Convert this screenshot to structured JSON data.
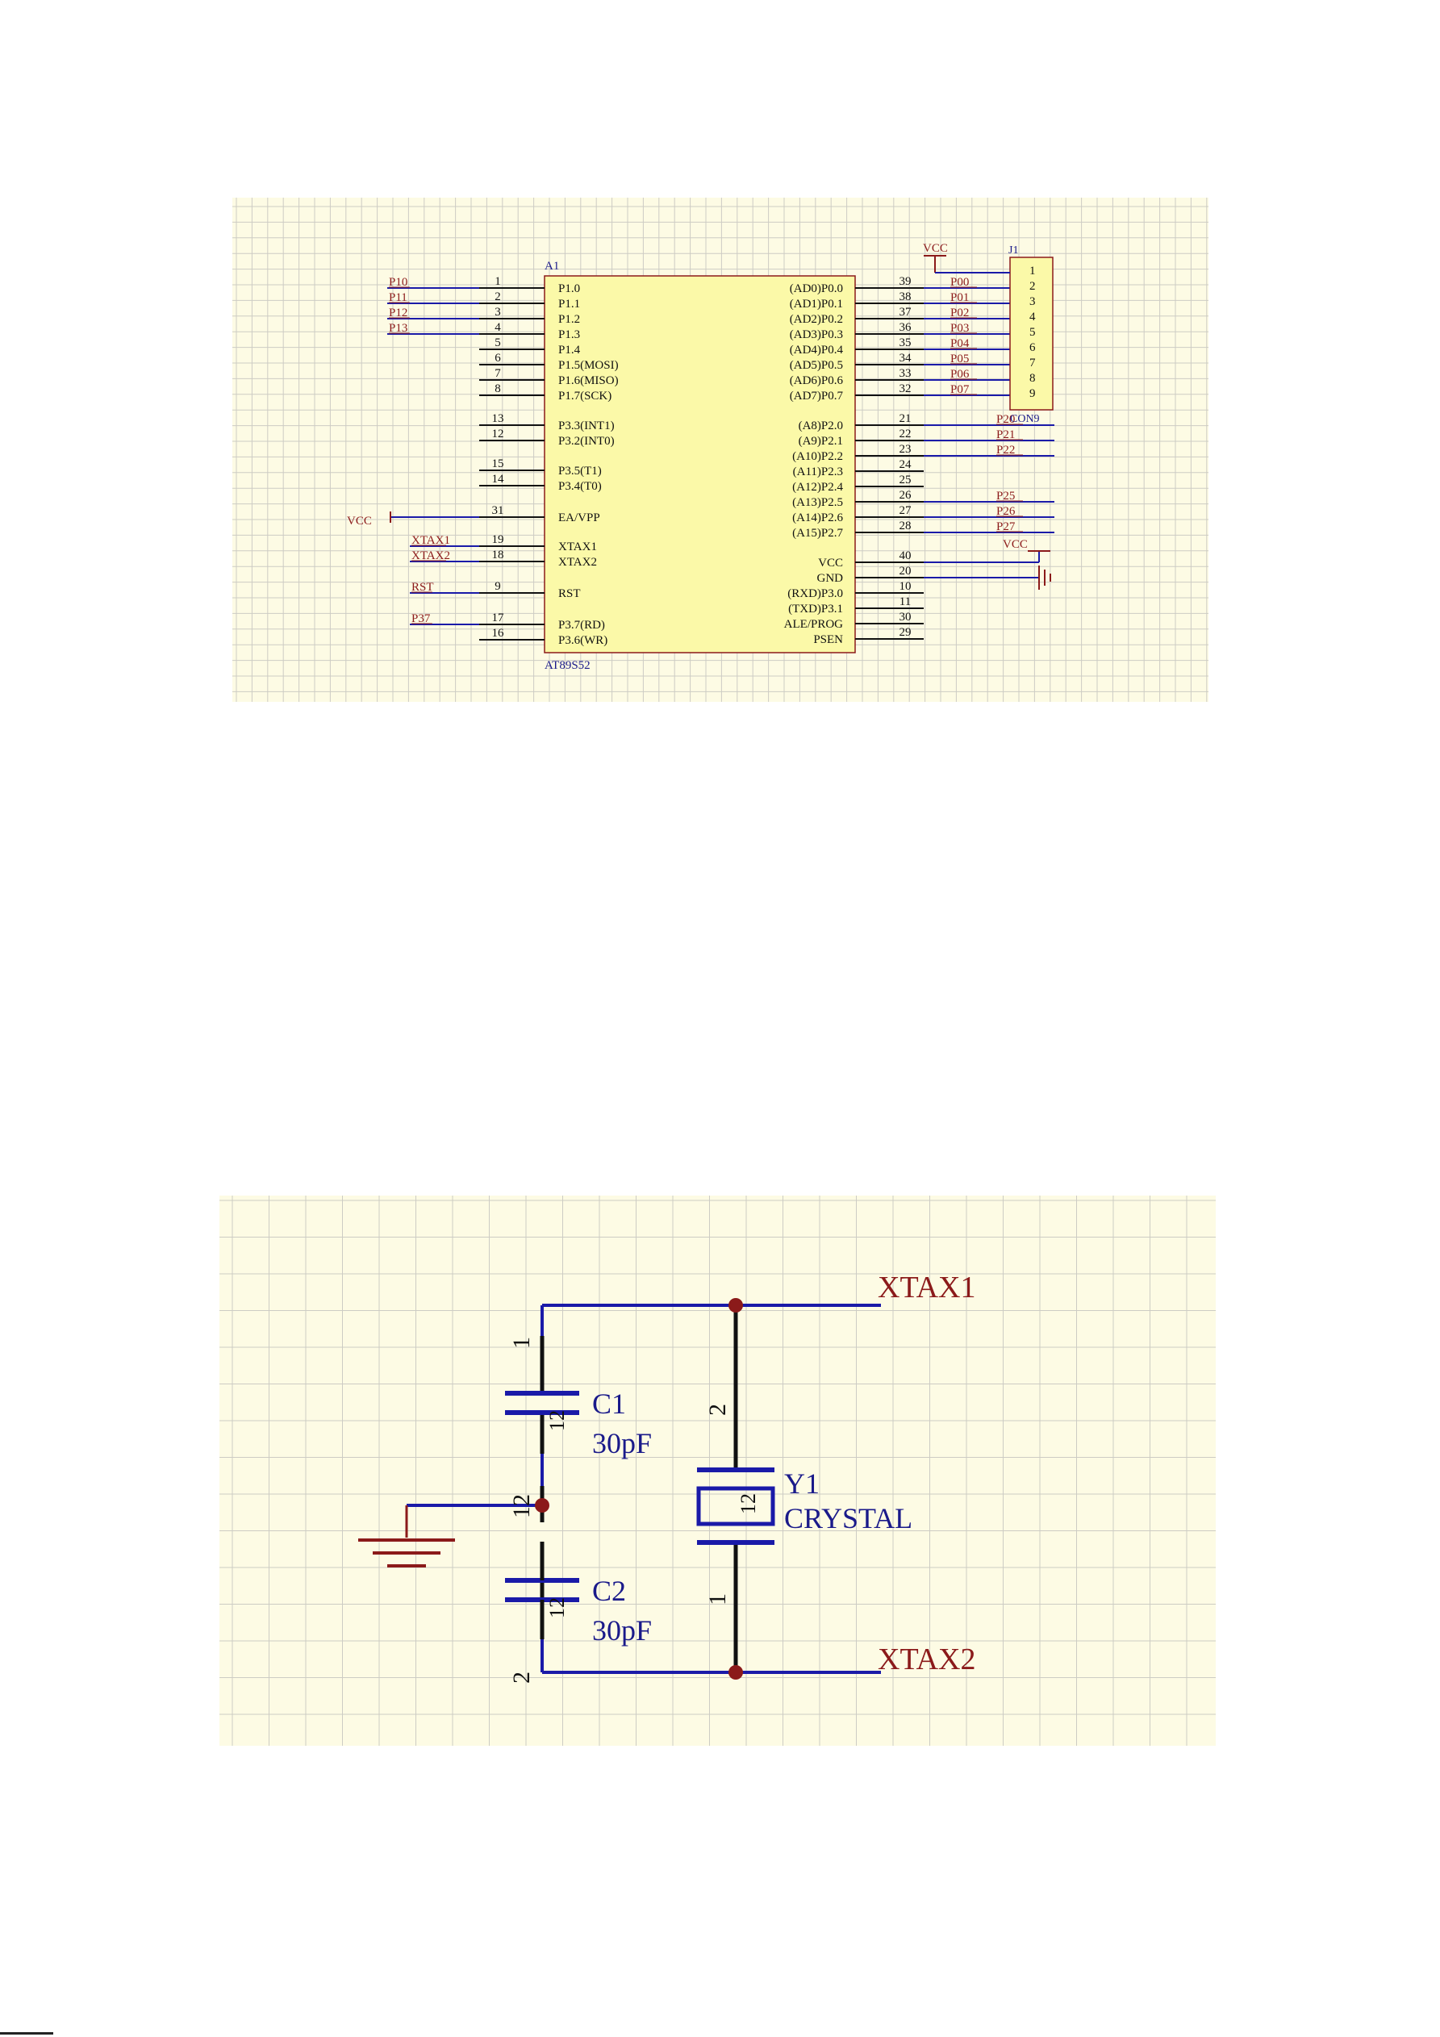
{
  "colors": {
    "sheet_bg": "#fdfbe4",
    "grid": "#cdccc4",
    "wire_blue": "#1a1aa8",
    "net_label_red": "#8b1a1a",
    "pin_black": "#111111",
    "body_fill": "#fbf9a8",
    "body_stroke": "#8b1a1a",
    "junction": "#8b1a1a",
    "text_blue": "#1a1a8a"
  },
  "mcu_schematic": {
    "designator": "A1",
    "part_name": "AT89S52",
    "left_pins": [
      {
        "num": "1",
        "name": "P1.0",
        "net": "P10"
      },
      {
        "num": "2",
        "name": "P1.1",
        "net": "P11"
      },
      {
        "num": "3",
        "name": "P1.2",
        "net": "P12"
      },
      {
        "num": "4",
        "name": "P1.3",
        "net": "P13"
      },
      {
        "num": "5",
        "name": "P1.4",
        "net": ""
      },
      {
        "num": "6",
        "name": "P1.5(MOSI)",
        "net": ""
      },
      {
        "num": "7",
        "name": "P1.6(MISO)",
        "net": ""
      },
      {
        "num": "8",
        "name": "P1.7(SCK)",
        "net": ""
      },
      {
        "num": "13",
        "name": "P3.3(INT1)",
        "net": ""
      },
      {
        "num": "12",
        "name": "P3.2(INT0)",
        "net": ""
      },
      {
        "num": "15",
        "name": "P3.5(T1)",
        "net": ""
      },
      {
        "num": "14",
        "name": "P3.4(T0)",
        "net": ""
      },
      {
        "num": "31",
        "name": "EA/VPP",
        "net": "VCC"
      },
      {
        "num": "19",
        "name": "XTAX1",
        "net": "XTAX1"
      },
      {
        "num": "18",
        "name": "XTAX2",
        "net": "XTAX2"
      },
      {
        "num": "9",
        "name": "RST",
        "net": "RST"
      },
      {
        "num": "17",
        "name": "P3.7(RD)",
        "net": "P37"
      },
      {
        "num": "16",
        "name": "P3.6(WR)",
        "net": ""
      }
    ],
    "right_pins": [
      {
        "num": "39",
        "name": "(AD0)P0.0",
        "net": "P00"
      },
      {
        "num": "38",
        "name": "(AD1)P0.1",
        "net": "P01"
      },
      {
        "num": "37",
        "name": "(AD2)P0.2",
        "net": "P02"
      },
      {
        "num": "36",
        "name": "(AD3)P0.3",
        "net": "P03"
      },
      {
        "num": "35",
        "name": "(AD4)P0.4",
        "net": "P04"
      },
      {
        "num": "34",
        "name": "(AD5)P0.5",
        "net": "P05"
      },
      {
        "num": "33",
        "name": "(AD6)P0.6",
        "net": "P06"
      },
      {
        "num": "32",
        "name": "(AD7)P0.7",
        "net": "P07"
      },
      {
        "num": "21",
        "name": "(A8)P2.0",
        "net": "P20"
      },
      {
        "num": "22",
        "name": "(A9)P2.1",
        "net": "P21"
      },
      {
        "num": "23",
        "name": "(A10)P2.2",
        "net": "P22"
      },
      {
        "num": "24",
        "name": "(A11)P2.3",
        "net": ""
      },
      {
        "num": "25",
        "name": "(A12)P2.4",
        "net": ""
      },
      {
        "num": "26",
        "name": "(A13)P2.5",
        "net": "P25"
      },
      {
        "num": "27",
        "name": "(A14)P2.6",
        "net": "P26"
      },
      {
        "num": "28",
        "name": "(A15)P2.7",
        "net": "P27"
      },
      {
        "num": "40",
        "name": "VCC",
        "net": "VCC"
      },
      {
        "num": "20",
        "name": "GND",
        "net": "GND"
      },
      {
        "num": "10",
        "name": "(RXD)P3.0",
        "net": ""
      },
      {
        "num": "11",
        "name": "(TXD)P3.1",
        "net": ""
      },
      {
        "num": "30",
        "name": "ALE/PROG",
        "net": ""
      },
      {
        "num": "29",
        "name": "PSEN",
        "net": ""
      }
    ],
    "connector": {
      "designator": "J1",
      "part_name": "CON9",
      "pins": [
        "1",
        "2",
        "3",
        "4",
        "5",
        "6",
        "7",
        "8",
        "9"
      ],
      "vcc_label": "VCC"
    }
  },
  "crystal_schematic": {
    "net_top": "XTAX1",
    "net_bottom": "XTAX2",
    "c1": {
      "designator": "C1",
      "value": "30pF",
      "pin_top": "1",
      "pin_bottom": "2",
      "pin_body": "12"
    },
    "c2": {
      "designator": "C2",
      "value": "30pF",
      "pin_top": "1",
      "pin_bottom": "2",
      "pin_body": "12"
    },
    "mid_pin_label": "12",
    "y1": {
      "designator": "Y1",
      "value": "CRYSTAL",
      "pin_top": "2",
      "pin_bottom": "1",
      "pin_body": "12"
    }
  }
}
